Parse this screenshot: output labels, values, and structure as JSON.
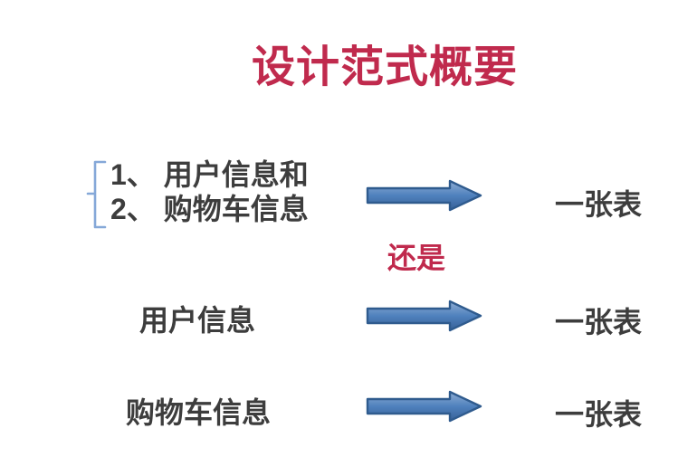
{
  "slide": {
    "background": "#ffffff",
    "title": {
      "text": "设计范式概要",
      "color": "#c02a4d"
    },
    "divider": {
      "text": "还是",
      "color": "#c02a4d"
    },
    "rows": [
      {
        "lines": [
          "1、 用户信息和",
          "2、 购物车信息"
        ],
        "result": "一张表"
      },
      {
        "label": "用户信息",
        "result": "一张表"
      },
      {
        "label": "购物车信息",
        "result": "一张表"
      }
    ],
    "icons": {
      "arrow": "right-arrow-icon",
      "brace": "left-brace-icon"
    },
    "colors": {
      "text": "#3d3d3d",
      "accent_red": "#c02a4d",
      "arrow_fill": "#4f81bd",
      "arrow_fill_light": "#8fadd4",
      "arrow_fill_dark": "#386198",
      "arrow_border": "#2f5b8e",
      "brace": "#85a8d8"
    }
  }
}
